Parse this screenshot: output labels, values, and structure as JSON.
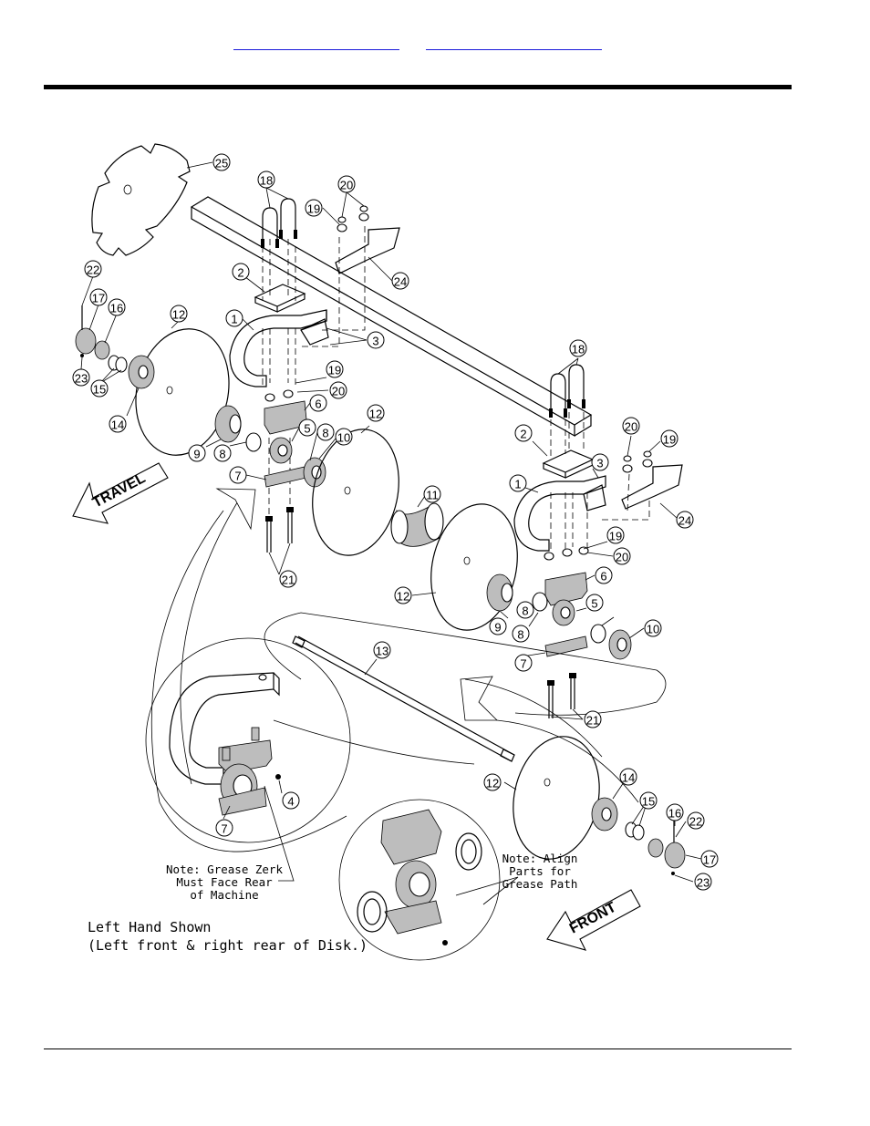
{
  "header": {
    "link_left": "",
    "link_right": ""
  },
  "arrows": {
    "travel": "TRAVEL",
    "front": "FRONT"
  },
  "notes": {
    "grease_zerk": [
      "Note: Grease Zerk",
      "Must Face Rear",
      "of Machine"
    ],
    "align": [
      "Note: Align",
      "Parts for",
      "Grease Path"
    ],
    "left_hand": [
      "Left Hand Shown",
      "(Left front & right rear of Disk.)"
    ]
  },
  "callouts": [
    {
      "n": "25"
    },
    {
      "n": "18"
    },
    {
      "n": "20"
    },
    {
      "n": "19"
    },
    {
      "n": "24"
    },
    {
      "n": "22"
    },
    {
      "n": "2"
    },
    {
      "n": "17"
    },
    {
      "n": "16"
    },
    {
      "n": "12"
    },
    {
      "n": "1"
    },
    {
      "n": "3"
    },
    {
      "n": "15"
    },
    {
      "n": "23"
    },
    {
      "n": "14"
    },
    {
      "n": "19"
    },
    {
      "n": "20"
    },
    {
      "n": "6"
    },
    {
      "n": "9"
    },
    {
      "n": "8"
    },
    {
      "n": "5"
    },
    {
      "n": "8"
    },
    {
      "n": "10"
    },
    {
      "n": "7"
    },
    {
      "n": "12"
    },
    {
      "n": "11"
    },
    {
      "n": "21"
    },
    {
      "n": "18"
    },
    {
      "n": "20"
    },
    {
      "n": "19"
    },
    {
      "n": "2"
    },
    {
      "n": "3"
    },
    {
      "n": "1"
    },
    {
      "n": "24"
    },
    {
      "n": "19"
    },
    {
      "n": "20"
    },
    {
      "n": "12"
    },
    {
      "n": "6"
    },
    {
      "n": "9"
    },
    {
      "n": "8"
    },
    {
      "n": "5"
    },
    {
      "n": "8"
    },
    {
      "n": "10"
    },
    {
      "n": "7"
    },
    {
      "n": "13"
    },
    {
      "n": "21"
    },
    {
      "n": "4"
    },
    {
      "n": "7"
    },
    {
      "n": "12"
    },
    {
      "n": "14"
    },
    {
      "n": "15"
    },
    {
      "n": "16"
    },
    {
      "n": "22"
    },
    {
      "n": "17"
    },
    {
      "n": "23"
    }
  ]
}
